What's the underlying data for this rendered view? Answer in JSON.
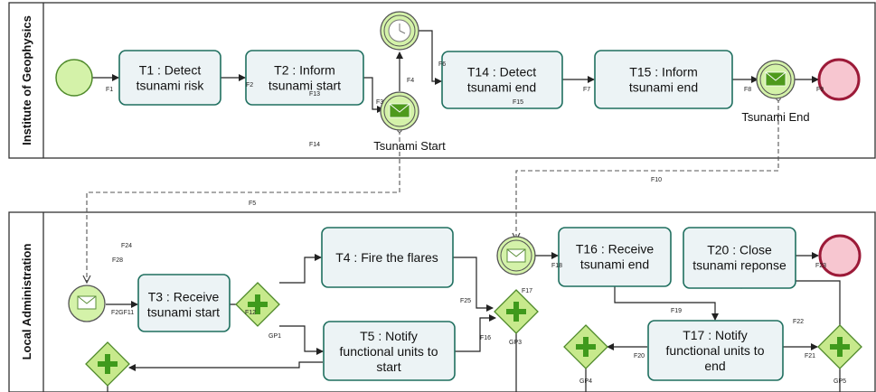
{
  "lanes": {
    "geophysics": "Institute of Geophysics",
    "local": "Local Administration"
  },
  "tasks": {
    "t1": [
      "T1 : Detect",
      "tsunami risk"
    ],
    "t2": [
      "T2 : Inform",
      "tsunami start"
    ],
    "t14": [
      "T14 : Detect",
      "tsunami end"
    ],
    "t15": [
      "T15 : Inform",
      "tsunami end"
    ],
    "t3": [
      "T3 : Receive",
      "tsunami start"
    ],
    "t4": [
      "T4 : Fire the flares"
    ],
    "t5": [
      "T5 : Notify",
      "functional units to",
      "start"
    ],
    "t16": [
      "T16 : Receive",
      "tsunami end"
    ],
    "t20": [
      "T20 : Close",
      "tsunami reponse"
    ],
    "t17": [
      "T17 : Notify",
      "functional units to",
      "end"
    ]
  },
  "events": {
    "tsunami_start": "Tsunami Start",
    "tsunami_end": "Tsunami End"
  },
  "flows": {
    "f1": "F1",
    "f2": "F2",
    "f3": "F3",
    "f4": "F4",
    "f5": "F5",
    "f6": "F6",
    "f7": "F7",
    "f8": "F8",
    "f9": "F9",
    "f10": "F10",
    "f11": "F2GF11",
    "f12": "F12",
    "f13": "F13",
    "f14": "F14",
    "f15": "F15",
    "f16": "F16",
    "f17": "F17",
    "f18": "F18",
    "f19": "F19",
    "f20": "F20",
    "f21": "F21",
    "f22": "F22",
    "f23": "F23",
    "f24": "F24",
    "f25": "F25",
    "f28": "F28"
  },
  "gateways": {
    "gp1": "GP1",
    "gp3": "GP3",
    "gp4": "GP4",
    "gp5": "GP5"
  },
  "colors": {
    "task_fill": "#ecf3f5",
    "task_stroke": "#1f6f5f",
    "start_fill": "#d4f2a9",
    "end_fill": "#f7c6d0",
    "end_stroke": "#9c1a38",
    "gateway_fill": "#c7e98c",
    "plus": "#3f9a1c"
  }
}
